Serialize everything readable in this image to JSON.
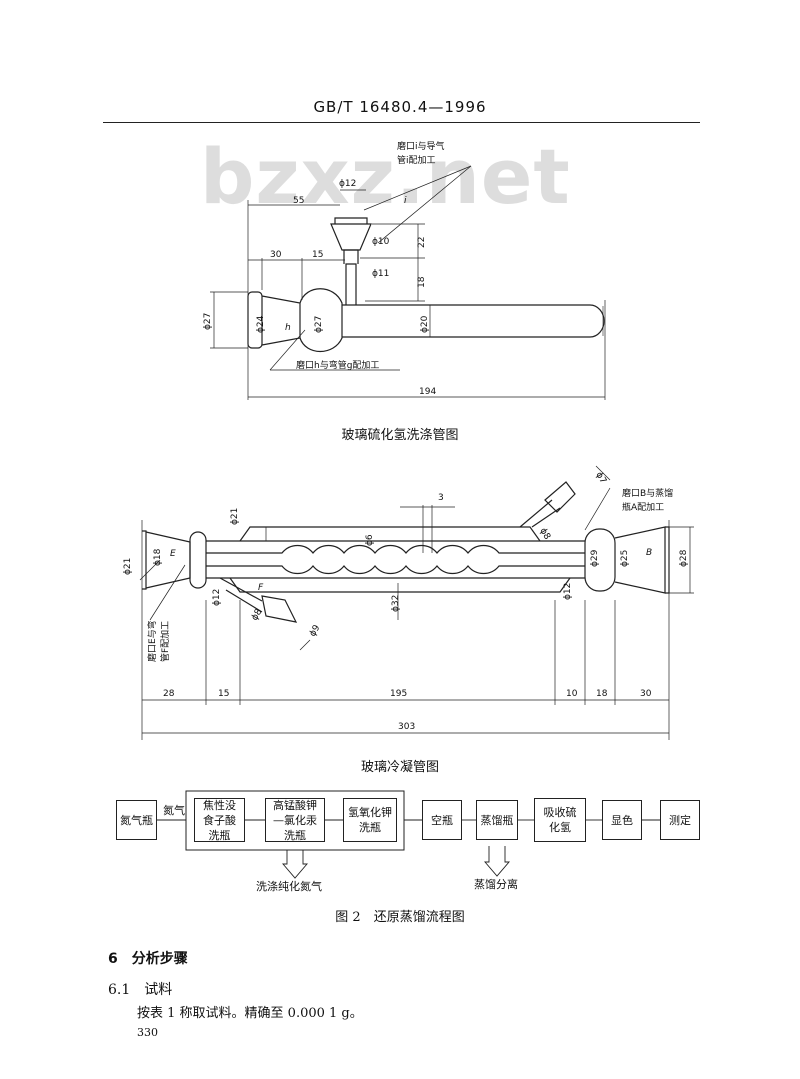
{
  "header": {
    "standard_no": "GB/T 16480.4—1996"
  },
  "watermark": "bzxz.net",
  "figure1": {
    "caption": "玻璃硫化氢洗涤管图",
    "note_top": [
      "磨口i与导气",
      "管i配加工"
    ],
    "note_bottom": "磨口h与弯管g配加工",
    "label_i": "i",
    "label_h": "h",
    "dims": {
      "d12": "ϕ12",
      "d10": "ϕ10",
      "d11": "ϕ11",
      "d27a": "ϕ27",
      "d24": "ϕ24",
      "d27b": "ϕ27",
      "d20": "ϕ20",
      "n55": "55",
      "n30": "30",
      "n15": "15",
      "n22": "22",
      "n18": "18",
      "n194": "194"
    }
  },
  "figure2": {
    "caption": "玻璃冷凝管图",
    "note_right": [
      "磨口B与蒸馏",
      "瓶A配加工"
    ],
    "note_left": [
      "磨口E与弯",
      "管F配加工"
    ],
    "label_E": "E",
    "label_B": "B",
    "label_F": "F",
    "dims": {
      "d21a": "ϕ21",
      "d18": "ϕ18",
      "d21b": "ϕ21",
      "d12a": "ϕ12",
      "d6": "ϕ6",
      "d32": "ϕ32",
      "d8a": "ϕ8",
      "d9": "ϕ9",
      "d8b": "ϕ8",
      "d7": "ϕ7",
      "d29": "ϕ29",
      "d25": "ϕ25",
      "d28": "ϕ28",
      "d12b": "ϕ12",
      "n3": "3",
      "n28": "28",
      "n15": "15",
      "n195": "195",
      "n10": "10",
      "n18": "18",
      "n30": "30",
      "n303": "303"
    }
  },
  "flow": {
    "caption": "图 2　还原蒸馏流程图",
    "gas_label": "氮气",
    "boxes": [
      "氮气瓶",
      "焦性没食子酸洗瓶",
      "高锰酸钾—氯化汞洗瓶",
      "氢氧化钾洗瓶",
      "空瓶",
      "蒸馏瓶",
      "吸收硫化氢",
      "显色",
      "测定"
    ],
    "arrow_wash": "洗涤纯化氮气",
    "arrow_distill": "蒸馏分离"
  },
  "section": {
    "heading": "6　分析步骤",
    "sub_heading": "6.1　试料",
    "text": "按表 1 称取试料。精确至 0.000 1 g。"
  },
  "page_number": "330"
}
